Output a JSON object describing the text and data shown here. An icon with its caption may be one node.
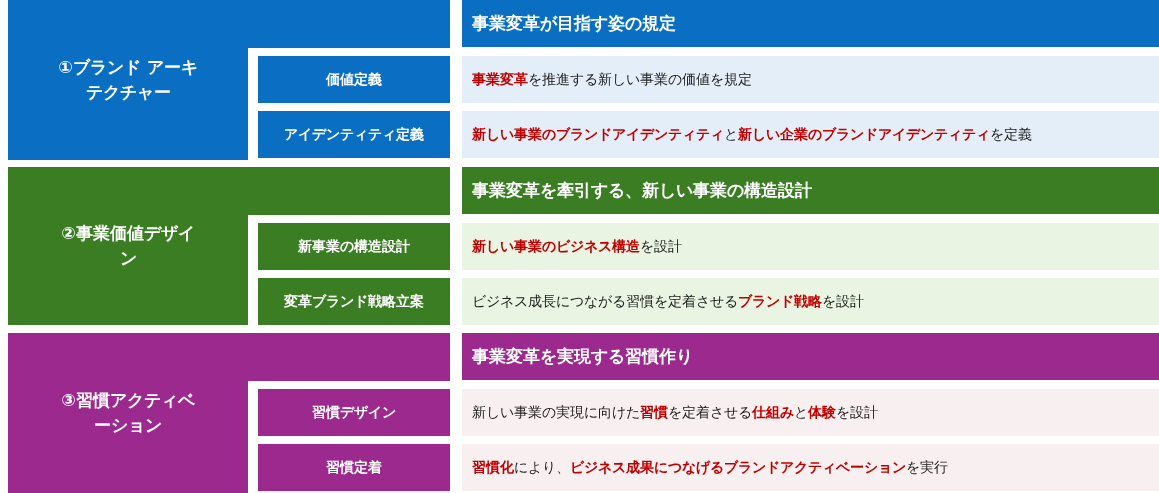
{
  "diagram": {
    "nodes": [
      {
        "text": [
          "①ブランド アーキテクチャー"
        ]
      },
      {
        "text": [
          "事業変革が目指す姿の規定"
        ]
      },
      {
        "text": [
          "価値定義"
        ]
      },
      {
        "text": [
          "**事業変革**を推進する新しい事業の価値を規定"
        ]
      },
      {
        "text": [
          "アイデンティティ定義"
        ]
      },
      {
        "text": [
          "**新しい事業のブランドアイデンティティ**と**新しい企業のブランドアイデンティティ**を定義"
        ]
      },
      {
        "text": [
          "②事業価値デザイン"
        ]
      },
      {
        "text": [
          "事業変革を牽引する、新しい事業の構造設計"
        ]
      },
      {
        "text": [
          "新事業の構造設計"
        ]
      },
      {
        "text": [
          "**新しい事業のビジネス構造**を設計"
        ]
      },
      {
        "text": [
          "変革ブランド戦略立案"
        ]
      },
      {
        "text": [
          "ビジネス成長につながる習慣を定着させる**ブランド戦略**を設計"
        ]
      },
      {
        "text": [
          "③習慣アクティベーション"
        ]
      },
      {
        "text": [
          "事業変革を実現する習慣作り"
        ]
      },
      {
        "text": [
          "習慣デザイン"
        ]
      },
      {
        "text": [
          "新しい事業の実現に向けた**習慣**を定着させる**仕組み**と**体験**を設計"
        ]
      },
      {
        "text": [
          "習慣定着"
        ]
      },
      {
        "text": [
          "**習慣化**により、**ビジネス成果につなげるブランドアクティベーション**を実行"
        ]
      }
    ]
  }
}
